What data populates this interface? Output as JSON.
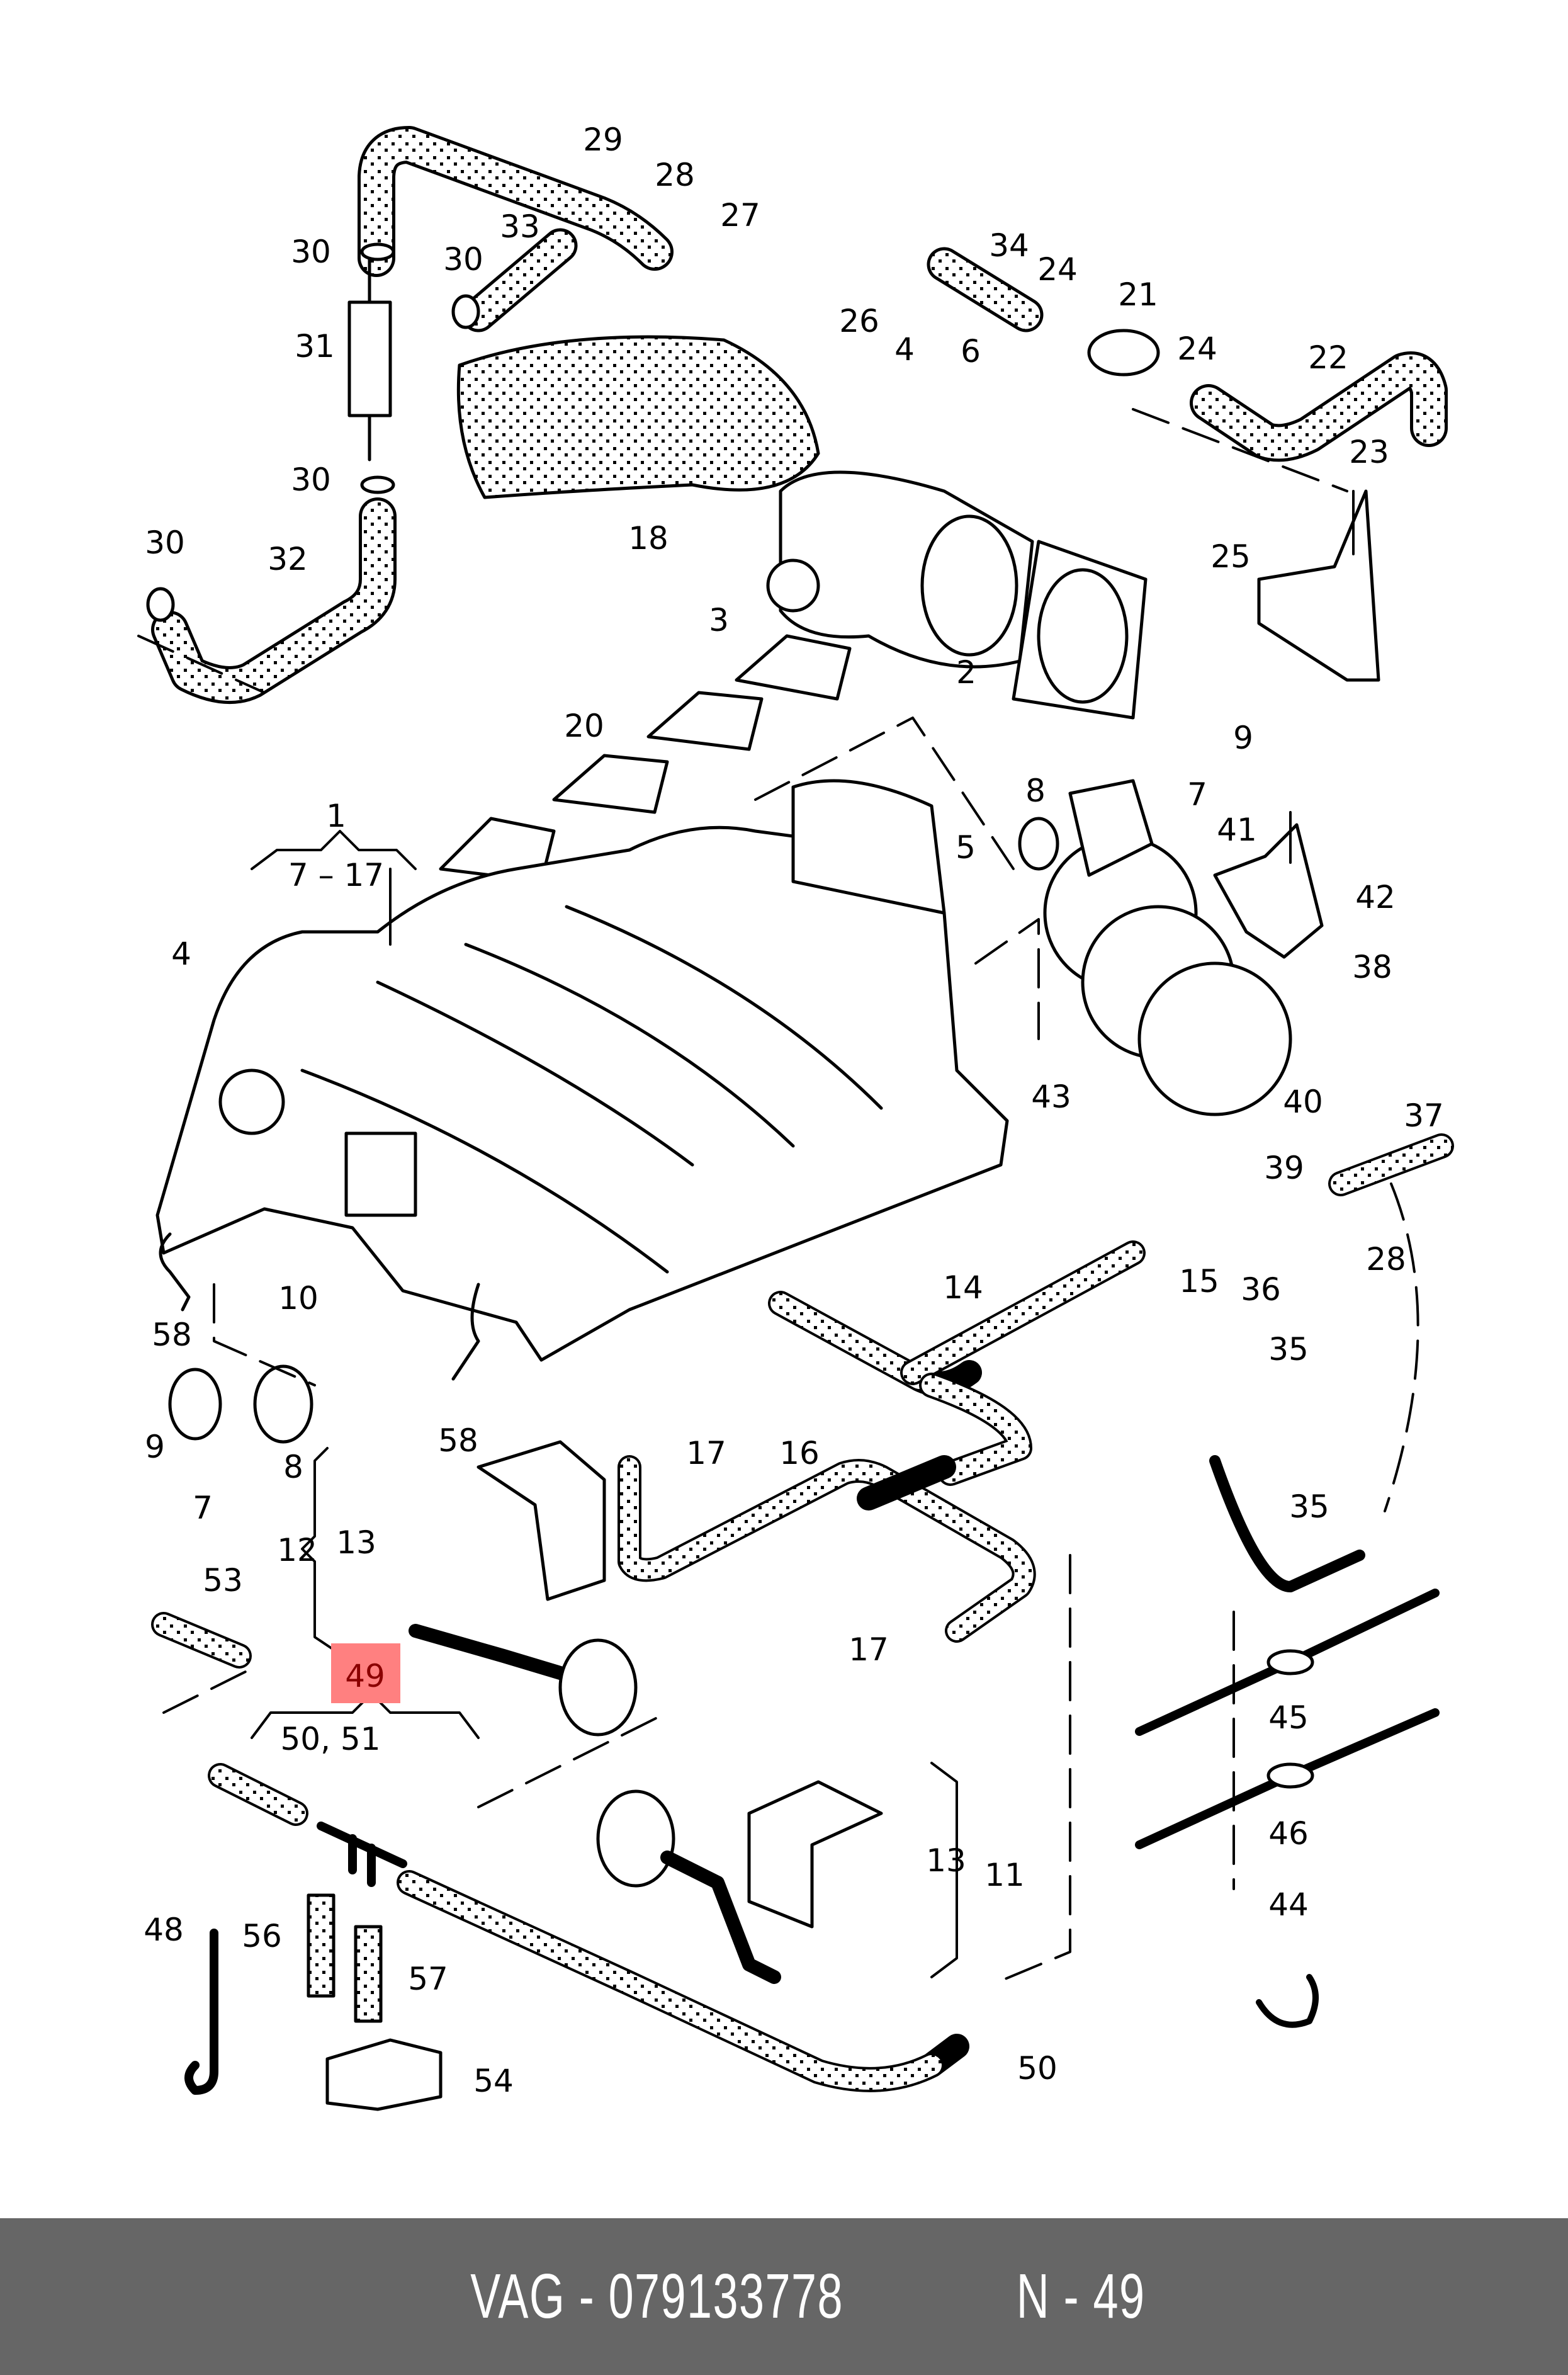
{
  "diagram": {
    "callouts": {
      "c1": "1",
      "c7_17": "7 – 17",
      "c2": "2",
      "c3": "3",
      "c4a": "4",
      "c4b": "4",
      "c5": "5",
      "c6": "6",
      "c7a": "7",
      "c7b": "7",
      "c8a": "8",
      "c8b": "8",
      "c9a": "9",
      "c9b": "9",
      "c10": "10",
      "c11": "11",
      "c12": "12",
      "c13a": "13",
      "c13b": "13",
      "c14": "14",
      "c15": "15",
      "c16": "16",
      "c17a": "17",
      "c17b": "17",
      "c18": "18",
      "c20": "20",
      "c21": "21",
      "c22": "22",
      "c23": "23",
      "c24a": "24",
      "c24b": "24",
      "c25": "25",
      "c26": "26",
      "c27": "27",
      "c28a": "28",
      "c28b": "28",
      "c29": "29",
      "c30a": "30",
      "c30b": "30",
      "c30c": "30",
      "c30d": "30",
      "c31": "31",
      "c32": "32",
      "c33": "33",
      "c34": "34",
      "c35a": "35",
      "c35b": "35",
      "c36": "36",
      "c37": "37",
      "c38": "38",
      "c39": "39",
      "c40": "40",
      "c41": "41",
      "c42": "42",
      "c43": "43",
      "c44": "44",
      "c45": "45",
      "c46": "46",
      "c48": "48",
      "c49": "49",
      "c50_51": "50, 51",
      "c50": "50",
      "c53": "53",
      "c54": "54",
      "c56": "56",
      "c57": "57",
      "c58a": "58",
      "c58b": "58"
    },
    "highlight_color": "#ff8080"
  },
  "footer": {
    "part_number": "VAG - 079133778",
    "position": "N - 49",
    "background": "#666666"
  }
}
